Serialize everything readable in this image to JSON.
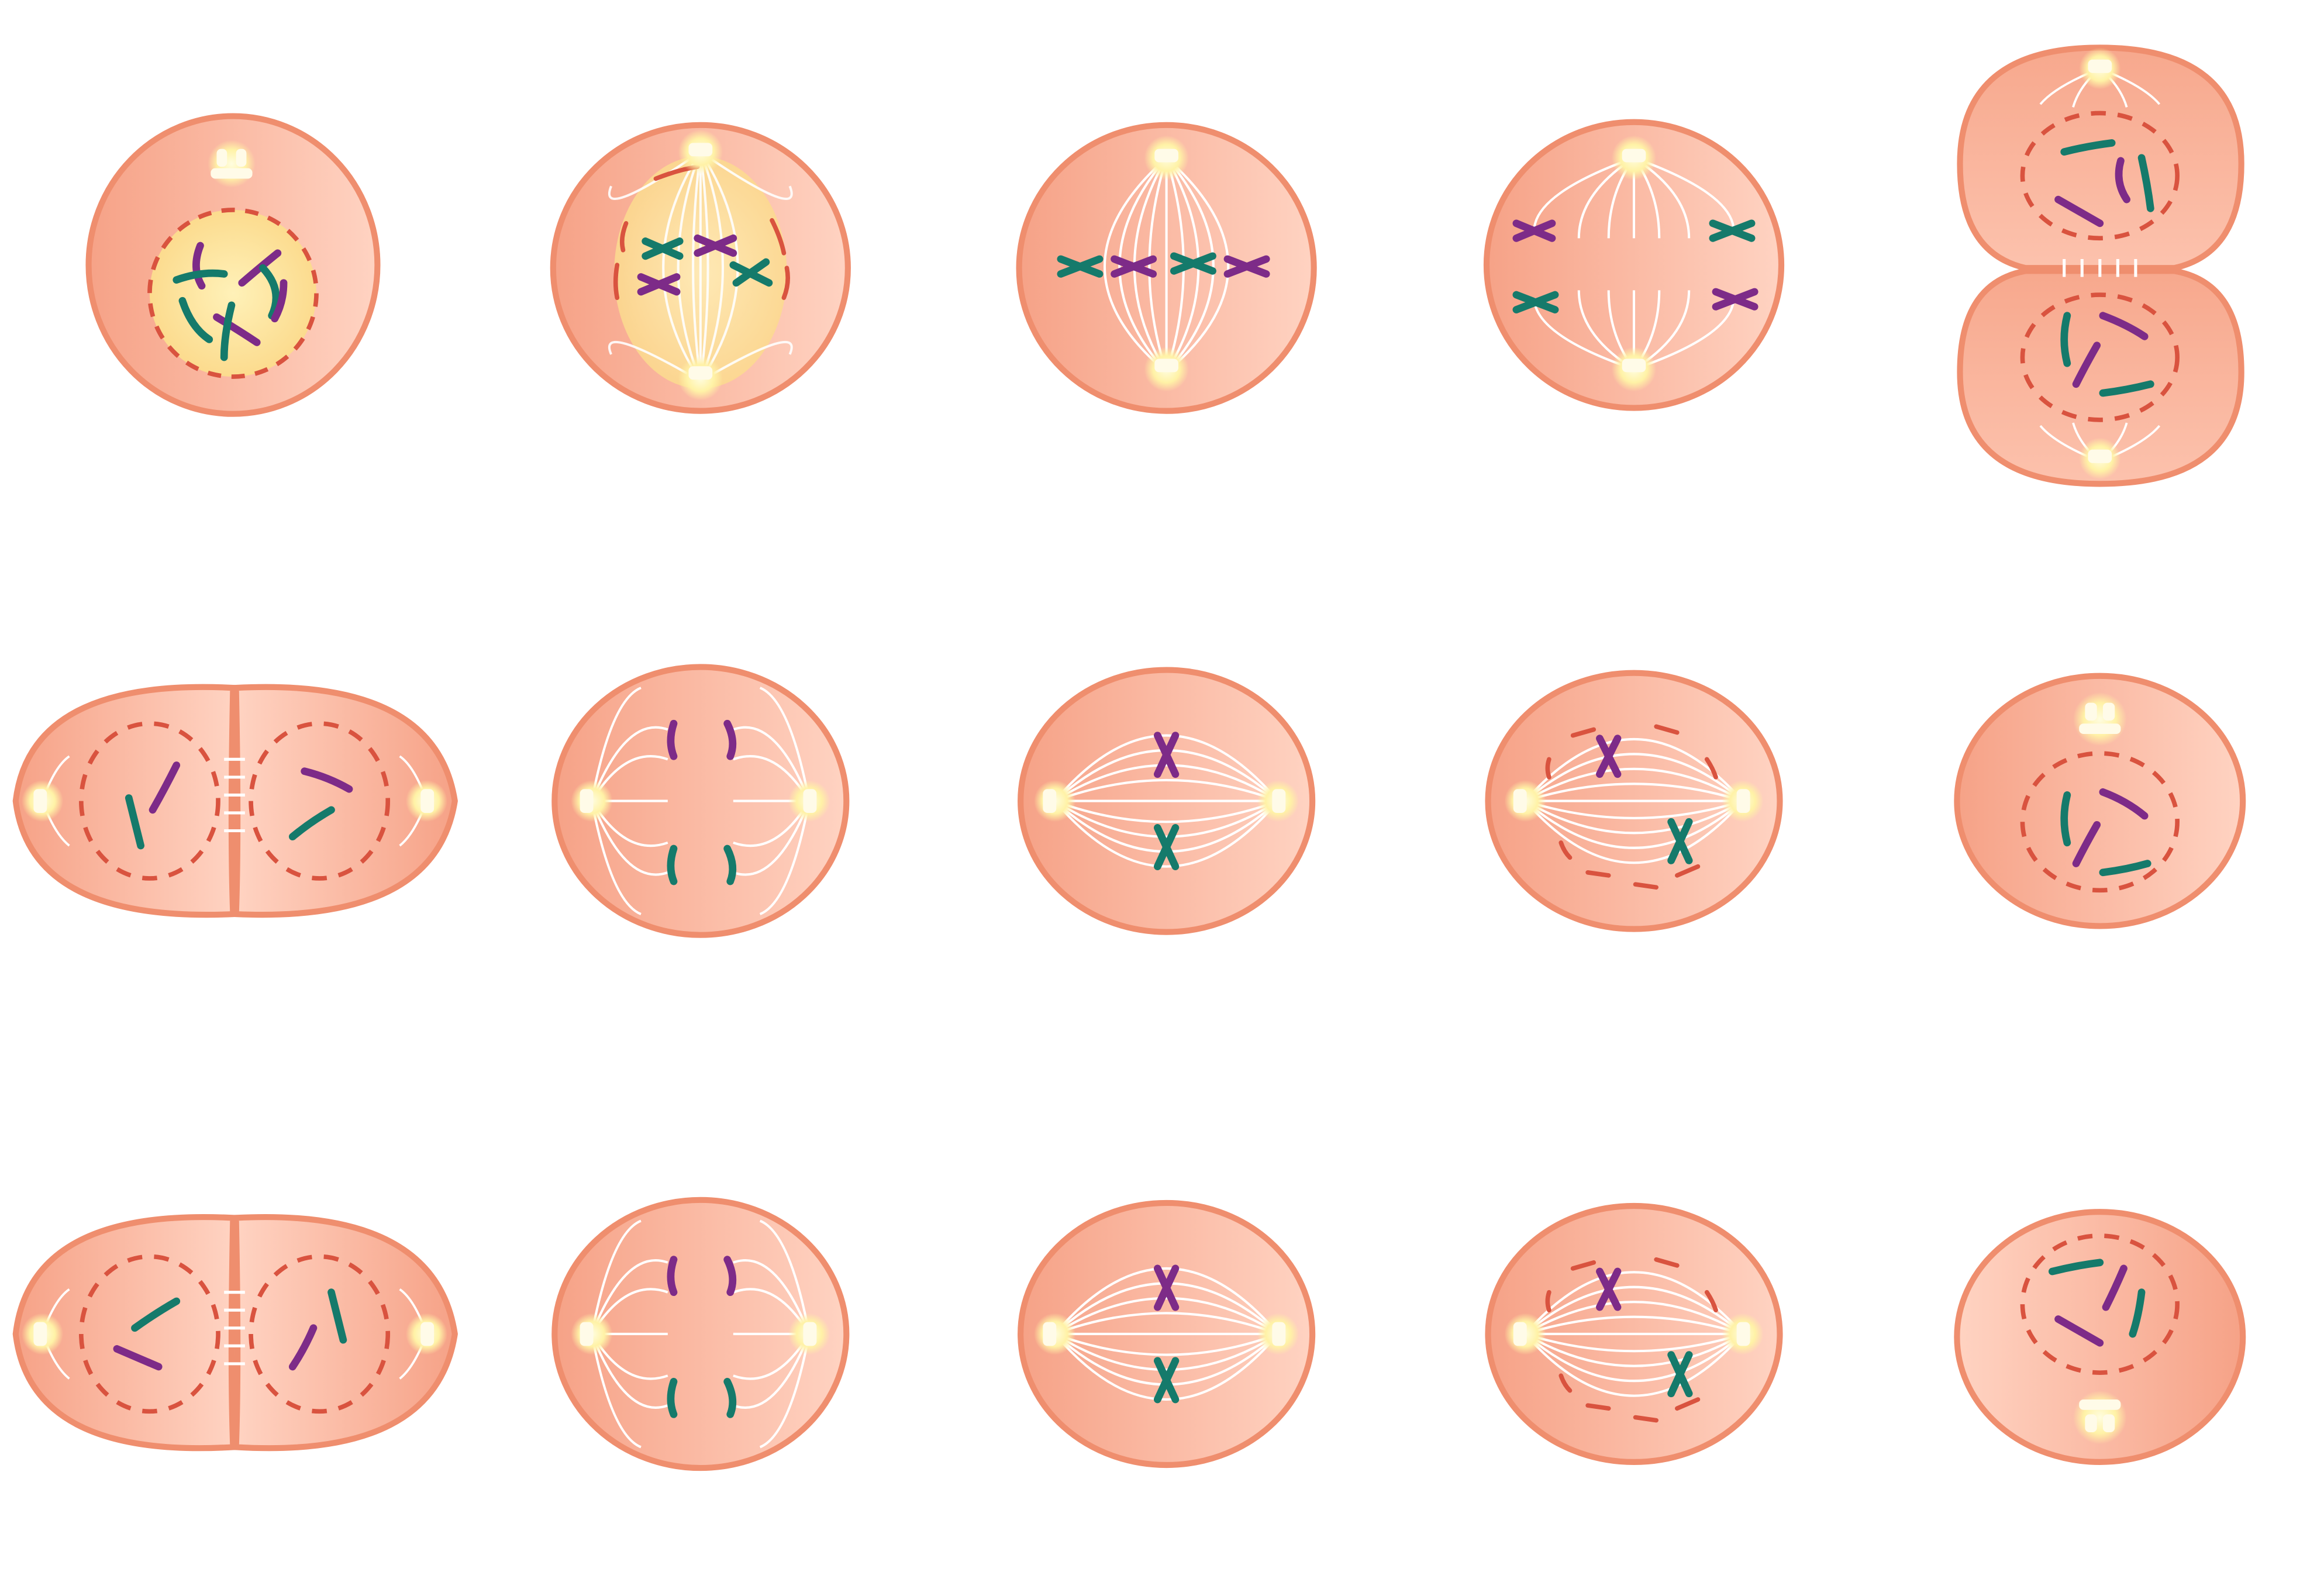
{
  "colors": {
    "cell_fill_dark": "#f6a287",
    "cell_fill_light": "#ffd3c2",
    "cell_outline": "#ef8e6e",
    "nucleus_fill": "#fbd98a",
    "nucleus_outline": "#d9533f",
    "chromosome_purple": "#7d2b88",
    "chromosome_teal": "#157a6b",
    "spindle": "#ffffff",
    "centrosome_glow": "#fff2a6",
    "centrosome": "#fffbe8",
    "background": "#ffffff"
  },
  "icons": [
    "cell-icon",
    "nucleus-icon",
    "chromosome-icon",
    "centrosome-icon",
    "spindle-fiber-icon"
  ],
  "rows": [
    {
      "id": "row-1",
      "cells": [
        {
          "stage": "interphase",
          "chromosomes": "condensing",
          "nuclear_envelope": "intact"
        },
        {
          "stage": "prometaphase",
          "chromosomes": "paired",
          "nuclear_envelope": "breaking-down"
        },
        {
          "stage": "metaphase",
          "chromosomes": "aligned",
          "nuclear_envelope": "absent"
        },
        {
          "stage": "anaphase",
          "chromosomes": "separating",
          "nuclear_envelope": "absent"
        },
        {
          "stage": "telophase-cytokinesis",
          "chromosomes": "decondensing",
          "nuclear_envelope": "reforming"
        }
      ]
    },
    {
      "id": "row-2",
      "cells": [
        {
          "stage": "telophase-cytokinesis",
          "chromosomes": "decondensing",
          "nuclear_envelope": "reforming"
        },
        {
          "stage": "anaphase",
          "chromosomes": "separating",
          "nuclear_envelope": "absent"
        },
        {
          "stage": "metaphase",
          "chromosomes": "aligned",
          "nuclear_envelope": "absent"
        },
        {
          "stage": "prometaphase",
          "chromosomes": "paired",
          "nuclear_envelope": "breaking-down"
        },
        {
          "stage": "prophase",
          "chromosomes": "condensing",
          "nuclear_envelope": "intact"
        }
      ]
    },
    {
      "id": "row-3",
      "cells": [
        {
          "stage": "telophase-cytokinesis",
          "chromosomes": "decondensing",
          "nuclear_envelope": "reforming"
        },
        {
          "stage": "anaphase",
          "chromosomes": "separating",
          "nuclear_envelope": "absent"
        },
        {
          "stage": "metaphase",
          "chromosomes": "aligned",
          "nuclear_envelope": "absent"
        },
        {
          "stage": "prometaphase",
          "chromosomes": "paired",
          "nuclear_envelope": "breaking-down"
        },
        {
          "stage": "prophase",
          "chromosomes": "condensing",
          "nuclear_envelope": "intact"
        }
      ]
    }
  ]
}
